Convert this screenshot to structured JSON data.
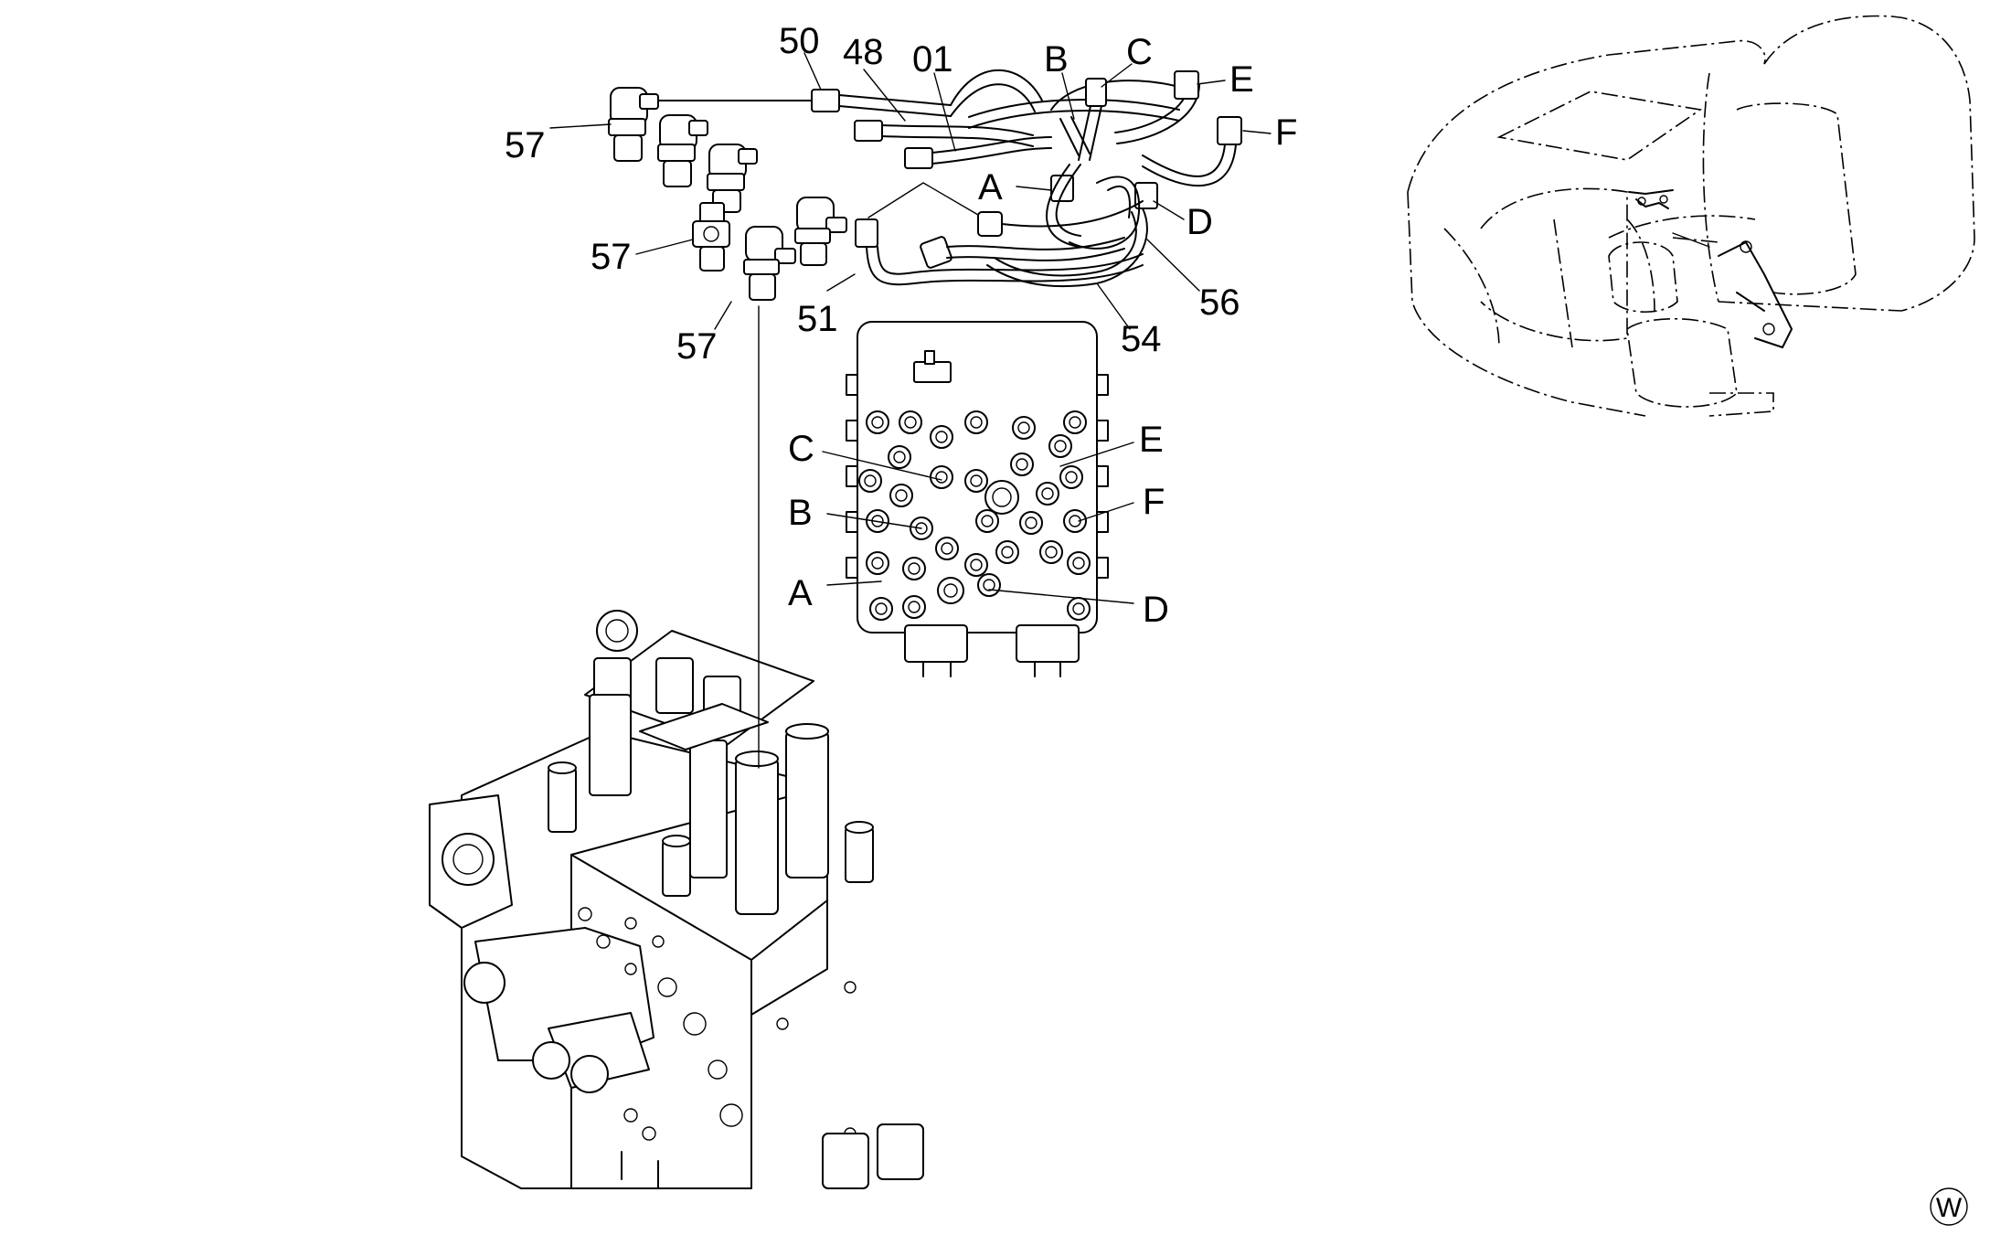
{
  "labels": {
    "p50": "50",
    "p48": "48",
    "p01": "01",
    "top_B": "B",
    "top_C": "C",
    "top_E": "E",
    "top_F": "F",
    "top_A": "A",
    "top_D": "D",
    "p57a": "57",
    "p57b": "57",
    "p57c": "57",
    "p51": "51",
    "p54": "54",
    "p56": "56",
    "blk_C": "C",
    "blk_B": "B",
    "blk_A": "A",
    "blk_E": "E",
    "blk_F": "F",
    "blk_D": "D"
  },
  "mark": "W"
}
